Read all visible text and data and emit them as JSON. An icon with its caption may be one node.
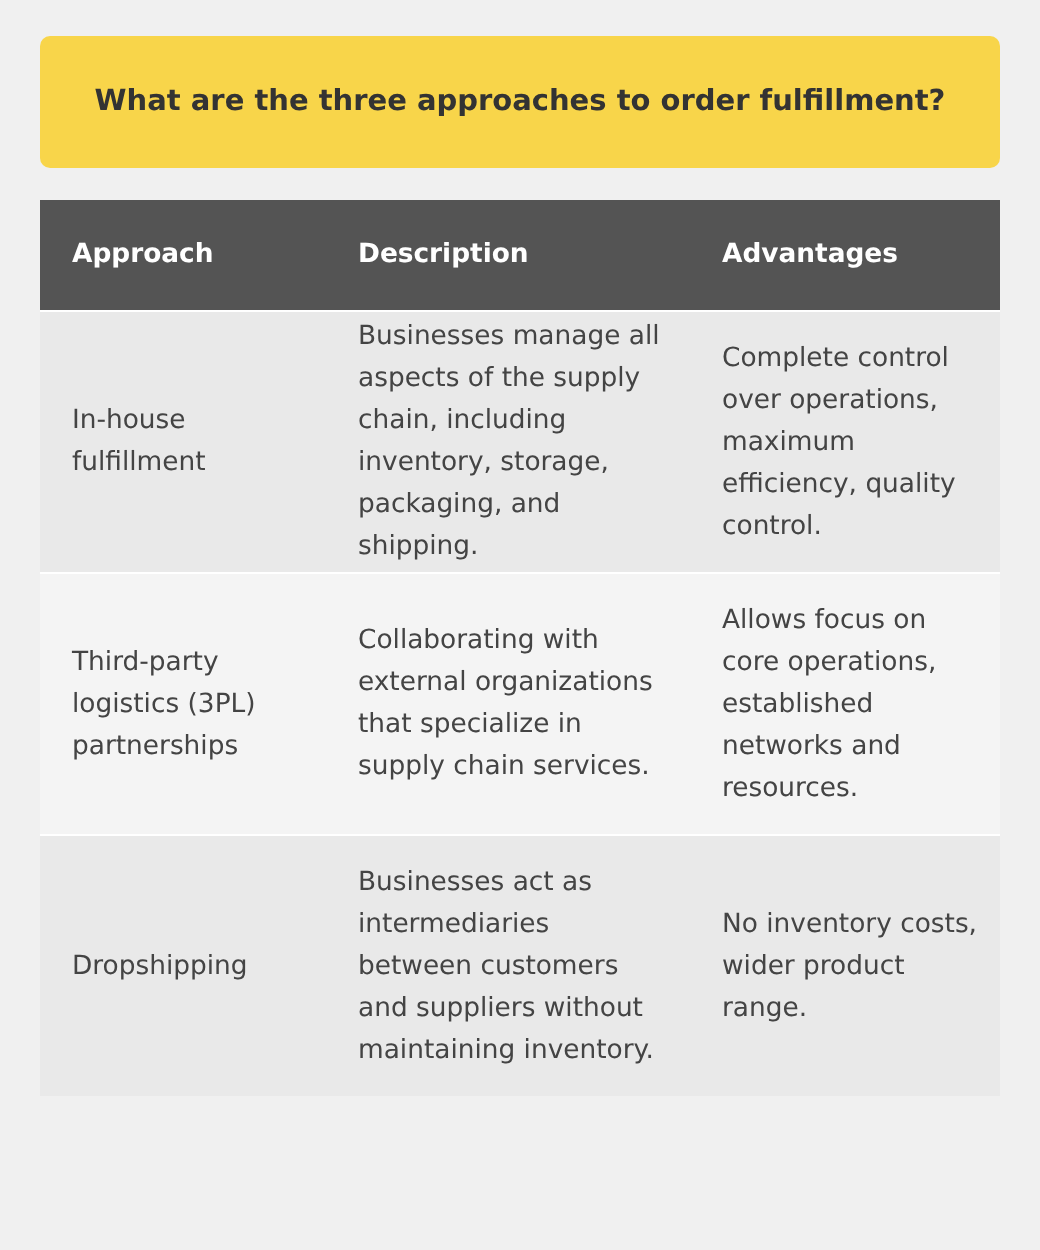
{
  "diagram": {
    "title": "What are the three approaches to order fulfillment?",
    "labels": [
      "Approach",
      "Description",
      "Advantages",
      "In-house fulfillment",
      "Businesses manage all aspects of the supply chain, including inventory, storage, packaging, and shipping.",
      "Complete control over operations, maximum efficiency, quality control.",
      "Third-party logistics (3PL) partnerships",
      "Collaborating with external organizations that specialize in supply chain services.",
      "Allows focus on core operations, established networks and resources.",
      "Dropshipping",
      "Businesses act as intermediaries between customers and suppliers without maintaining inventory.",
      "No inventory costs, wider product range."
    ]
  }
}
